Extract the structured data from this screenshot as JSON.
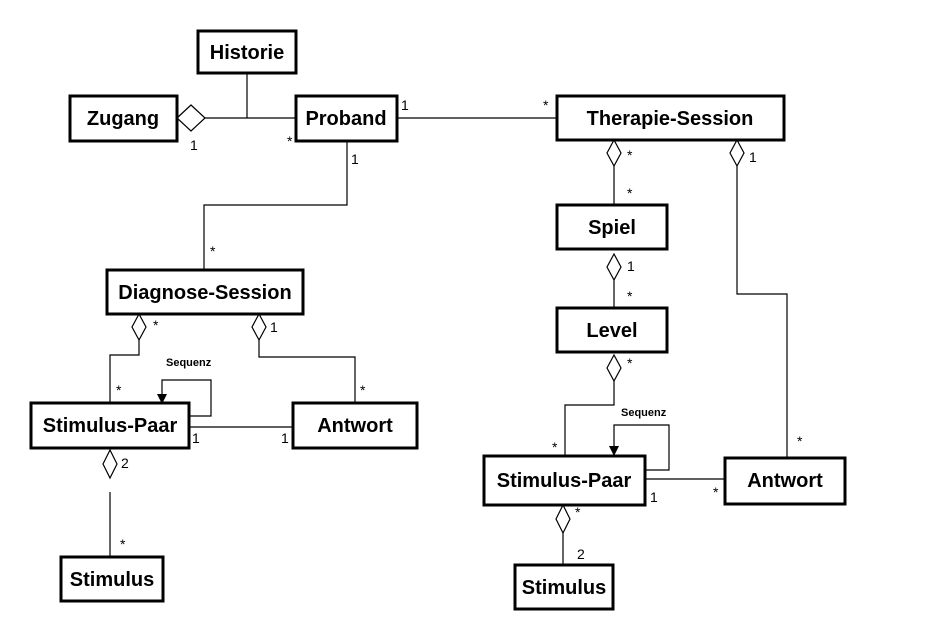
{
  "classes": {
    "historie": "Historie",
    "zugang": "Zugang",
    "proband": "Proband",
    "therapie_session": "Therapie-Session",
    "diagnose_session": "Diagnose-Session",
    "spiel": "Spiel",
    "level": "Level",
    "stimulus_paar_left": "Stimulus-Paar",
    "antwort_left": "Antwort",
    "stimulus_left": "Stimulus",
    "stimulus_paar_right": "Stimulus-Paar",
    "antwort_right": "Antwort",
    "stimulus_right": "Stimulus"
  },
  "labels": {
    "sequenz_left": "Sequenz",
    "sequenz_right": "Sequenz"
  },
  "multiplicities": {
    "zugang_proband_1": "1",
    "zugang_proband_star": "*",
    "proband_therapie_1": "1",
    "proband_therapie_star": "*",
    "proband_diagnose_1": "1",
    "proband_diagnose_star": "*",
    "therapie_spiel_star_top": "*",
    "therapie_spiel_star_bottom": "*",
    "therapie_antwort_1": "1",
    "therapie_antwort_star": "*",
    "spiel_level_1": "1",
    "spiel_level_star": "*",
    "level_paar_star_top": "*",
    "level_paar_star_bottom": "*",
    "diag_paar_star_top": "*",
    "diag_paar_star_bottom": "*",
    "diag_antwort_1": "1",
    "diag_antwort_star": "*",
    "paar_antwort_left_1a": "1",
    "paar_antwort_left_1b": "1",
    "paar_stimulus_left_2": "2",
    "paar_stimulus_left_star": "*",
    "paar_antwort_right_1": "1",
    "paar_antwort_right_star": "*",
    "paar_stimulus_right_star": "*",
    "paar_stimulus_right_2": "2"
  }
}
